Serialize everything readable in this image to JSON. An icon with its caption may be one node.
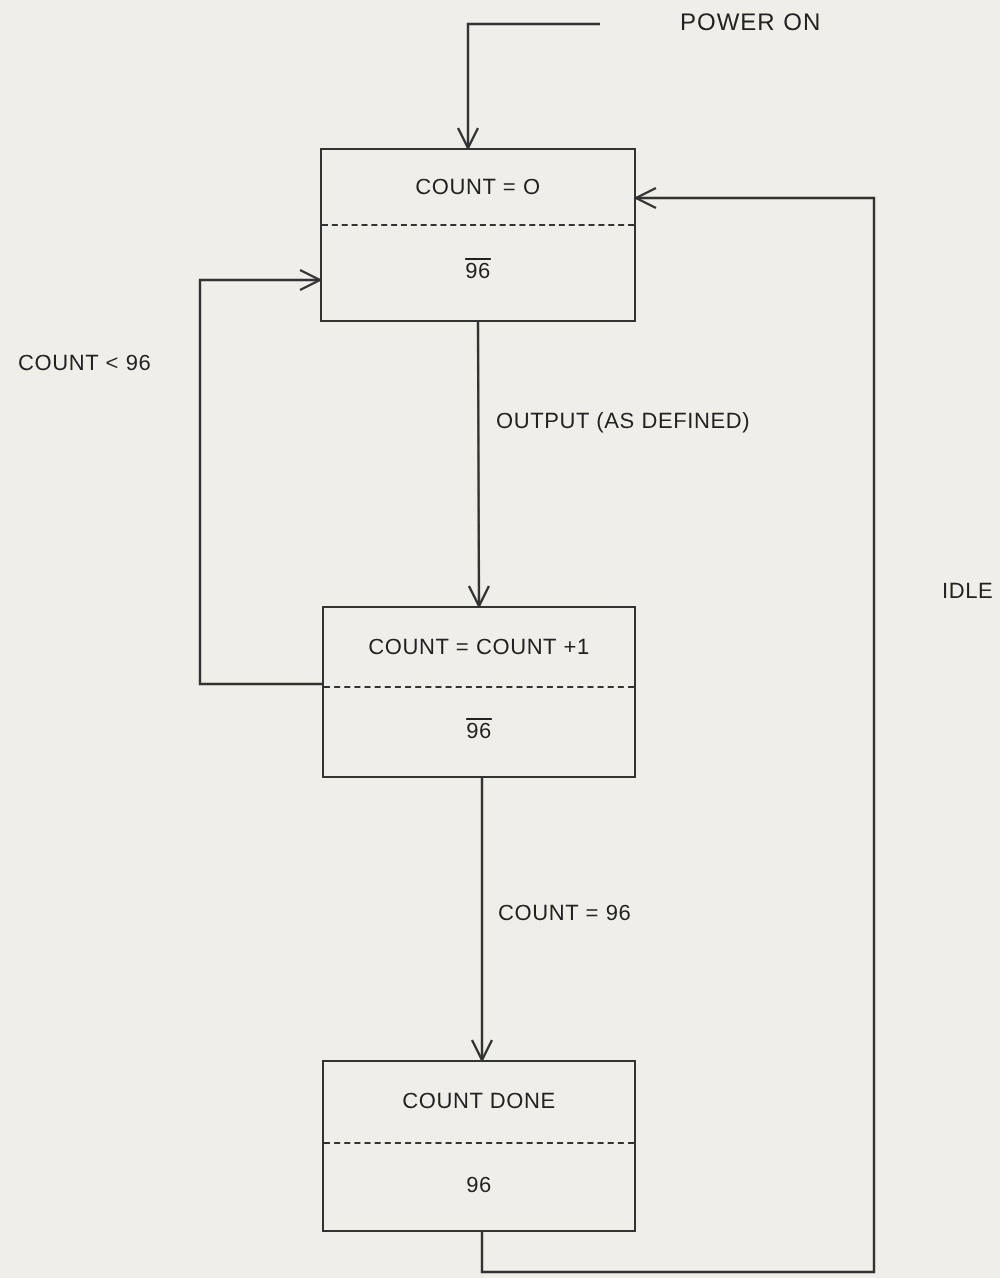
{
  "diagram": {
    "nodes": [
      {
        "text": [
          "POWER ON"
        ]
      },
      {
        "text": [
          "COUNT = O",
          "96"
        ]
      },
      {
        "text": [
          "COUNT = COUNT +1",
          "96"
        ]
      },
      {
        "text": [
          "COUNT DONE",
          "96"
        ]
      }
    ],
    "edges": [
      {
        "from": 0,
        "to": 1,
        "arrow": "to"
      },
      {
        "from": 1,
        "to": 2,
        "arrow": "to",
        "label": "OUTPUT (AS DEFINED)"
      },
      {
        "from": 2,
        "to": 1,
        "arrow": "to",
        "label": "COUNT < 96"
      },
      {
        "from": 2,
        "to": 3,
        "arrow": "to",
        "label": "COUNT = 96"
      },
      {
        "from": 3,
        "to": 1,
        "arrow": "to",
        "label": "IDLE"
      }
    ]
  }
}
